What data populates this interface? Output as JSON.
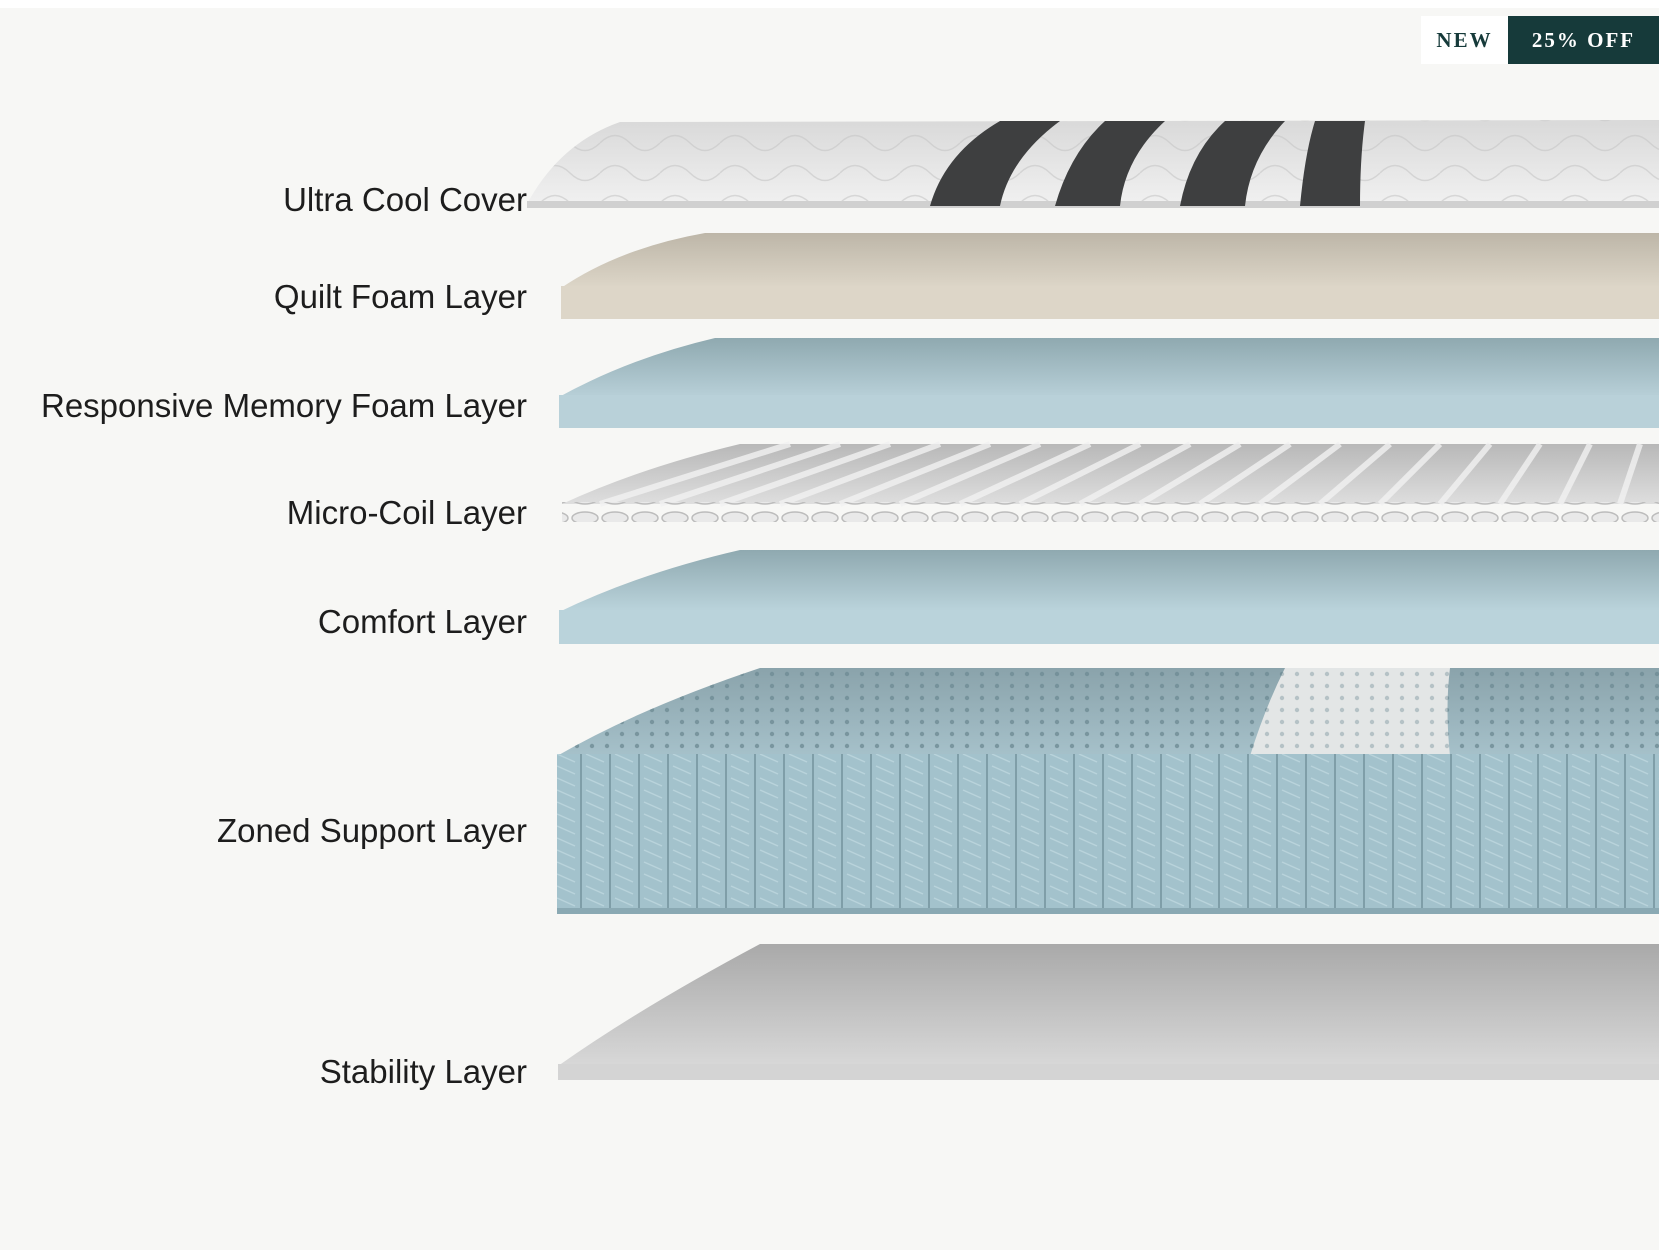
{
  "badges": {
    "new_label": "NEW",
    "discount_label": "25% OFF"
  },
  "colors": {
    "badge_dark": "#163a3a",
    "cover": "#e4e4e4",
    "cover_stripes": "#3e3f40",
    "quilt_foam": "#d9d3c5",
    "memory_foam": "#b8d2d9",
    "micro_coil": "#d8d8d8",
    "comfort": "#b9d4dc",
    "zoned_support": "#9bbcc7",
    "zoned_support_center": "#e2e6e6",
    "stability": "#cdcdcd"
  },
  "layers": [
    {
      "label": "Ultra Cool Cover"
    },
    {
      "label": "Quilt Foam Layer"
    },
    {
      "label": "Responsive Memory Foam Layer"
    },
    {
      "label": "Micro-Coil Layer"
    },
    {
      "label": "Comfort Layer"
    },
    {
      "label": "Zoned Support Layer"
    },
    {
      "label": "Stability Layer"
    }
  ]
}
